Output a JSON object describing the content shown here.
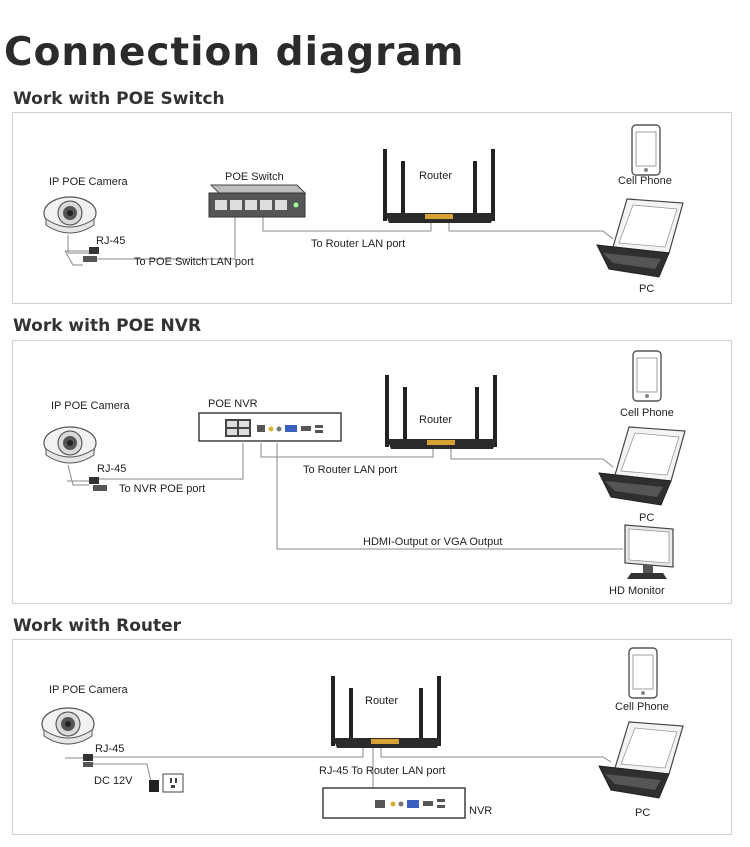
{
  "page": {
    "title": "Connection diagram"
  },
  "sections": [
    {
      "title": "Work with POE Switch",
      "labels": {
        "camera": "IP POE Camera",
        "rj45": "RJ-45",
        "to_switch": "To POE Switch LAN port",
        "switch": "POE Switch",
        "to_router": "To Router LAN port",
        "router": "Router",
        "phone": "Cell Phone",
        "pc": "PC"
      }
    },
    {
      "title": "Work with POE NVR",
      "labels": {
        "camera": "IP POE Camera",
        "rj45": "RJ-45",
        "to_nvr": "To NVR POE port",
        "nvr": "POE NVR",
        "to_router": "To Router LAN port",
        "router": "Router",
        "phone": "Cell Phone",
        "pc": "PC",
        "hdmi": "HDMI‐Output  or  VGA Output",
        "monitor": "HD Monitor"
      }
    },
    {
      "title": "Work with Router",
      "labels": {
        "camera": "IP POE Camera",
        "rj45": "RJ-45",
        "dc": "DC 12V",
        "router": "Router",
        "to_router": "RJ-45 To Router LAN port",
        "nvr": "NVR",
        "phone": "Cell Phone",
        "pc": "PC"
      }
    }
  ]
}
